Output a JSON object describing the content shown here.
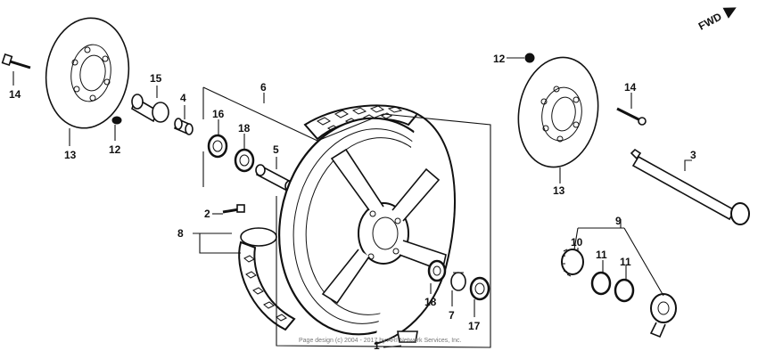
{
  "direction_label": "FWD",
  "copyright": "Page design (c) 2004 - 2017 by ARI Network Services, Inc.",
  "callouts": [
    {
      "id": "c1",
      "label": "1"
    },
    {
      "id": "c2",
      "label": "2"
    },
    {
      "id": "c3",
      "label": "3"
    },
    {
      "id": "c4",
      "label": "4"
    },
    {
      "id": "c5",
      "label": "5"
    },
    {
      "id": "c6",
      "label": "6"
    },
    {
      "id": "c7",
      "label": "7"
    },
    {
      "id": "c8",
      "label": "8"
    },
    {
      "id": "c9",
      "label": "9"
    },
    {
      "id": "c10",
      "label": "10"
    },
    {
      "id": "c11a",
      "label": "11"
    },
    {
      "id": "c11b",
      "label": "11"
    },
    {
      "id": "c12a",
      "label": "12"
    },
    {
      "id": "c12b",
      "label": "12"
    },
    {
      "id": "c13a",
      "label": "13"
    },
    {
      "id": "c13b",
      "label": "13"
    },
    {
      "id": "c14a",
      "label": "14"
    },
    {
      "id": "c14b",
      "label": "14"
    },
    {
      "id": "c15",
      "label": "15"
    },
    {
      "id": "c16",
      "label": "16"
    },
    {
      "id": "c17",
      "label": "17"
    },
    {
      "id": "c18a",
      "label": "18"
    },
    {
      "id": "c18b",
      "label": "18"
    }
  ]
}
